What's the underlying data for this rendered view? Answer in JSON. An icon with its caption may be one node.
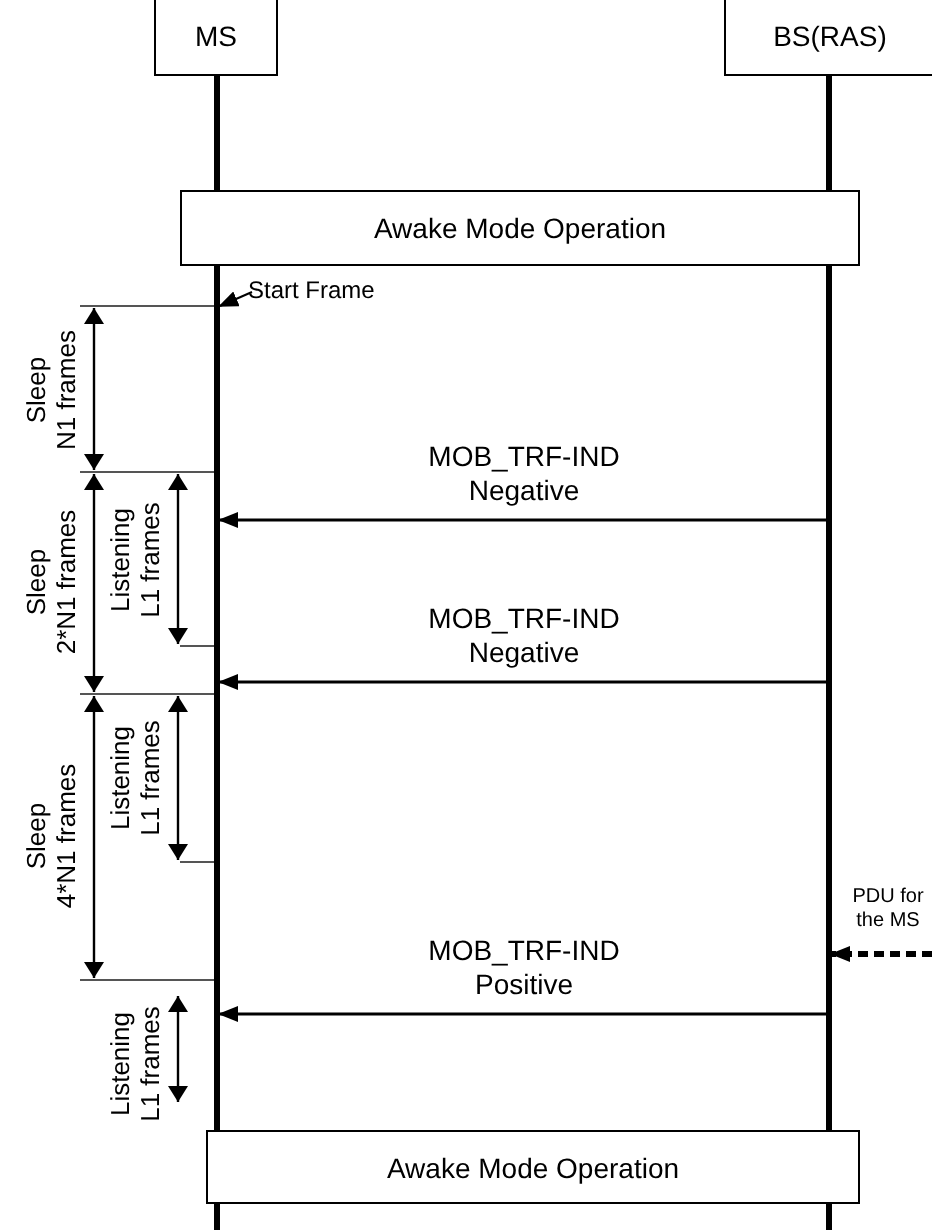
{
  "diagram": {
    "nodes": [
      {
        "text": [
          "MS"
        ]
      },
      {
        "text": [
          "BS(RAS)"
        ]
      },
      {
        "text": [],
        "shape": "bar"
      },
      {
        "text": [],
        "shape": "bar"
      },
      {
        "text": [
          "Awake Mode Operation"
        ]
      },
      {
        "text": [
          "Start Frame"
        ]
      },
      {
        "text": [
          "Awake Mode Operation"
        ]
      }
    ],
    "edges": [
      {
        "from": 5,
        "to": 2,
        "arrow": "to"
      },
      {
        "from": 3,
        "to": 2,
        "arrow": "to",
        "label": "MOB_TRF-IND Negative"
      },
      {
        "from": 3,
        "to": 2,
        "arrow": "to",
        "label": "MOB_TRF-IND Negative"
      },
      {
        "from": 3,
        "to": 2,
        "arrow": "to",
        "label": "MOB_TRF-IND Positive"
      },
      {
        "from": null,
        "to": 3,
        "arrow": "to",
        "label": "PDU for the MS",
        "style": "dashed"
      }
    ],
    "labels": [
      "Sleep",
      "N1 frames",
      "Sleep",
      "2*N1 frames",
      "Listening",
      "L1 frames",
      "Sleep",
      "4*N1 frames",
      "Listening",
      "L1 frames",
      "Listening",
      "L1 frames"
    ]
  }
}
